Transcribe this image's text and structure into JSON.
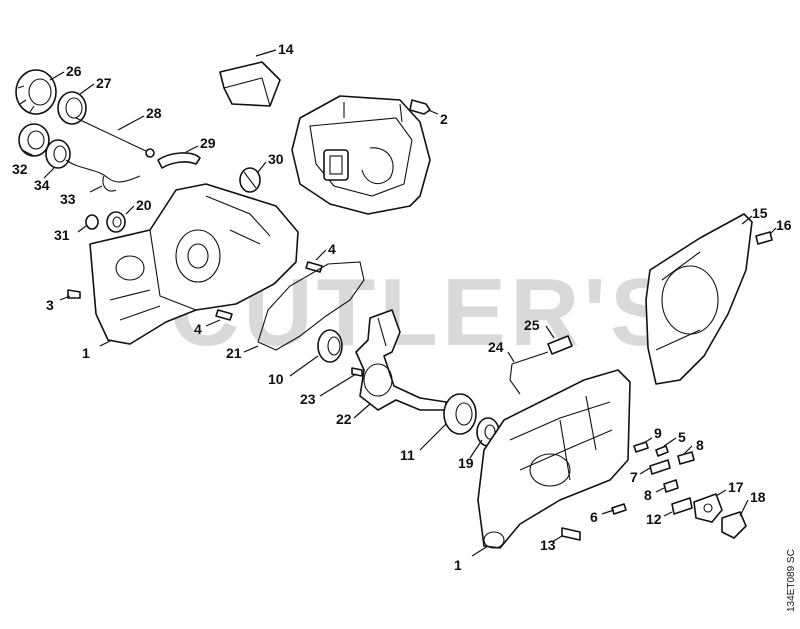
{
  "watermark": "CUTLER'S",
  "reference_code": "134ET089 SC",
  "callouts": [
    "1",
    "1",
    "2",
    "3",
    "4",
    "4",
    "5",
    "6",
    "7",
    "8",
    "8",
    "9",
    "10",
    "11",
    "12",
    "13",
    "14",
    "15",
    "16",
    "17",
    "18",
    "19",
    "20",
    "21",
    "22",
    "23",
    "24",
    "25",
    "26",
    "27",
    "28",
    "29",
    "30",
    "31",
    "32",
    "33",
    "34"
  ]
}
